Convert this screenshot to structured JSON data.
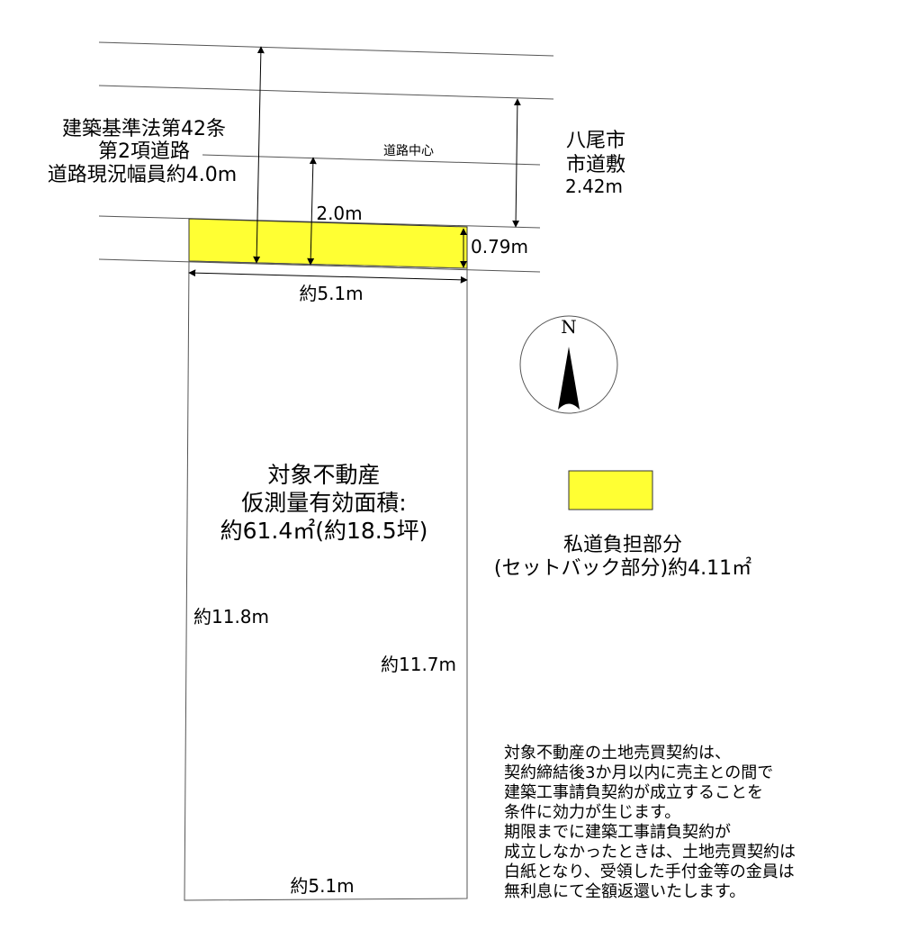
{
  "road": {
    "type_lines": [
      "建築基準法第42条",
      "第2項道路",
      "道路現況幅員約4.0m"
    ],
    "center_label": "道路中心",
    "city_lines": [
      "八尾市",
      "市道敷",
      "2.42m"
    ],
    "half_width": "2.0m",
    "setback_depth": "0.79m"
  },
  "plot": {
    "top_width": "約5.1m",
    "bottom_width": "約5.1m",
    "left_length": "約11.8m",
    "right_length": "約11.7m",
    "title_lines": [
      "対象不動産",
      "仮測量有効面積:",
      "約61.4㎡(約18.5坪)"
    ]
  },
  "compass": {
    "north": "N"
  },
  "legend": {
    "color": "#ffff33",
    "lines": [
      "私道負担部分",
      "(セットバック部分)約4.11㎡"
    ]
  },
  "notes": [
    "対象不動産の土地売買契約は、",
    "契約締結後3か月以内に売主との間で",
    "建築工事請負契約が成立することを",
    "条件に効力が生じます。",
    "期限までに建築工事請負契約が",
    "成立しなかったときは、土地売買契約は",
    "白紙となり、受領した手付金等の金員は",
    "無利息にて全額返還いたします。"
  ]
}
